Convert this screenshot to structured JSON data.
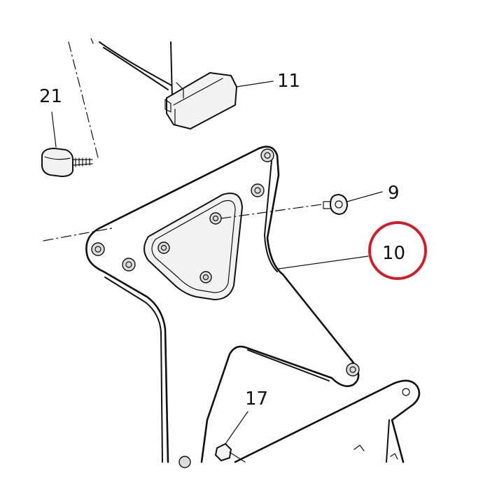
{
  "labels": {
    "part_21": "21",
    "part_11": "11",
    "part_9": "9",
    "part_10": "10",
    "part_17": "17"
  },
  "highlight": {
    "target_label": "10",
    "color": "#cc1f2a"
  },
  "colors": {
    "ink": "#111111",
    "background": "#ffffff",
    "highlight": "#cc1f2a"
  },
  "icons": [
    "cable-connector-icon",
    "rubber-mount-icon",
    "screw-icon",
    "bolt-icon"
  ]
}
